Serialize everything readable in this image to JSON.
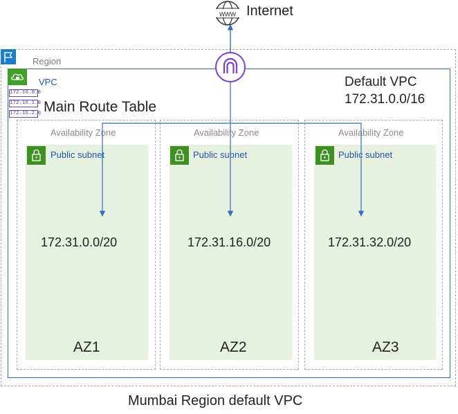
{
  "internet": {
    "label": "Internet",
    "icon": "www-globe-icon",
    "globe_text": "www"
  },
  "region": {
    "label": "Region",
    "icon": "flag-icon",
    "color": "#1a7fc8"
  },
  "vpc": {
    "label": "VPC",
    "icon": "cloud-lock-icon",
    "title": "Default VPC",
    "cidr": "172.31.0.0/16",
    "border_color": "#2e6fbf"
  },
  "internet_gateway": {
    "icon": "internet-gateway-icon",
    "color": "#7b3fc9"
  },
  "route_table": {
    "label": "Main Route Table",
    "entries": [
      "172.16.0.0",
      "172.16.1.0",
      "172.16.2.0"
    ]
  },
  "zones": [
    {
      "zone_label": "Availability Zone",
      "subnet_label": "Public subnet",
      "cidr": "172.31.0.0/20",
      "name": "AZ1"
    },
    {
      "zone_label": "Availability Zone",
      "subnet_label": "Public subnet",
      "cidr": "172.31.16.0/20",
      "name": "AZ2"
    },
    {
      "zone_label": "Availability Zone",
      "subnet_label": "Public subnet",
      "cidr": "172.31.32.0/20",
      "name": "AZ3"
    }
  ],
  "caption": "Mumbai Region default VPC",
  "colors": {
    "subnet_fill": "#e6f1df",
    "lock_green": "#3f8f24",
    "arrow_blue": "#2e6fbf",
    "label_blue": "#2356a8"
  }
}
